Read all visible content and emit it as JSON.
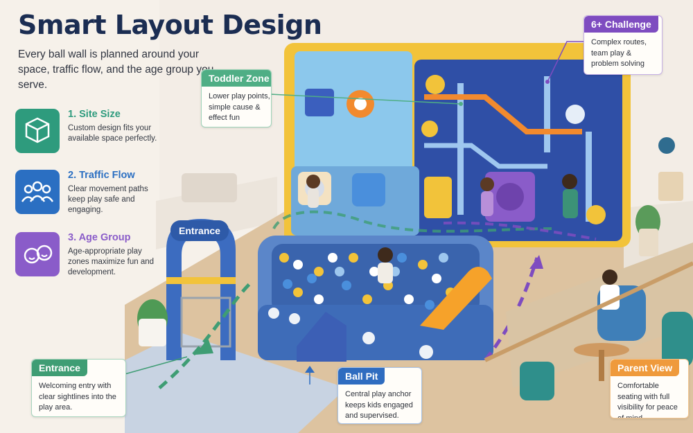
{
  "page": {
    "title": "Smart Layout Design",
    "intro": "Every ball wall is planned around your space, traffic flow, and the age group you serve."
  },
  "features": [
    {
      "heading": "1. Site Size",
      "description": "Custom design fits your available space perfectly.",
      "icon": "cube-measure-icon",
      "color": "#2e9b7d"
    },
    {
      "heading": "2. Traffic Flow",
      "description": "Clear movement paths keep play safe and engaging.",
      "icon": "people-group-icon",
      "color": "#2b6fc2"
    },
    {
      "heading": "3. Age Group",
      "description": "Age-appropriate play zones maximize fun and development.",
      "icon": "child-faces-icon",
      "color": "#8a5cc9"
    }
  ],
  "callouts": {
    "toddler_zone": {
      "heading": "Toddler Zone",
      "description": "Lower play points, simple cause & effect fun",
      "color": "#4fae85"
    },
    "challenge": {
      "heading": "6+ Challenge",
      "description": "Complex routes, team play & problem solving",
      "color": "#7e4cc0"
    },
    "entrance": {
      "heading": "Entrance",
      "description": "Welcoming entry with clear sightlines into the play area.",
      "color": "#3f9d74"
    },
    "ball_pit": {
      "heading": "Ball Pit",
      "description": "Central play anchor keeps kids engaged and supervised.",
      "color": "#2f6cc0"
    },
    "parent_view": {
      "heading": "Parent View",
      "description": "Comfortable seating with full visibility for peace of mind.",
      "color": "#ef9a3c"
    }
  },
  "scene": {
    "entrance_sign": "Entrance"
  }
}
